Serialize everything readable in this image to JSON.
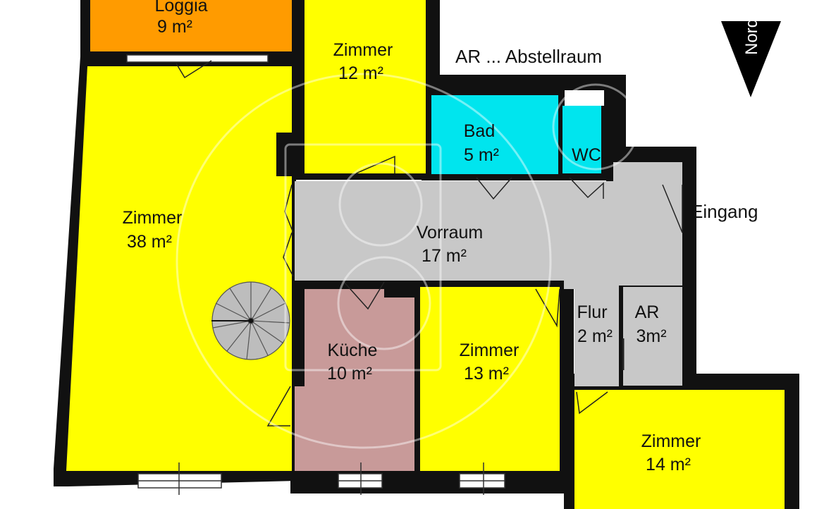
{
  "legend": {
    "abstellraum": "AR ... Abstellraum"
  },
  "north": {
    "label": "Norden"
  },
  "entrance": {
    "label": "Eingang"
  },
  "colors": {
    "wall": "#111111",
    "zimmer": "#ffff00",
    "loggia": "#ff9b00",
    "bad": "#00e5ee",
    "kueche": "#c89a99",
    "hall": "#c8c8c8",
    "stair": "#bdbdbd"
  },
  "rooms": [
    {
      "id": "loggia",
      "name": "Loggia",
      "area": "9 m²"
    },
    {
      "id": "zimmer-12",
      "name": "Zimmer",
      "area": "12 m²"
    },
    {
      "id": "zimmer-38",
      "name": "Zimmer",
      "area": "38 m²"
    },
    {
      "id": "bad",
      "name": "Bad",
      "area": "5 m²"
    },
    {
      "id": "wc",
      "name": "WC",
      "area": ""
    },
    {
      "id": "vorraum",
      "name": "Vorraum",
      "area": "17 m²"
    },
    {
      "id": "kueche",
      "name": "Küche",
      "area": "10 m²"
    },
    {
      "id": "zimmer-13",
      "name": "Zimmer",
      "area": "13 m²"
    },
    {
      "id": "flur",
      "name": "Flur",
      "area": "2 m²"
    },
    {
      "id": "ar",
      "name": "AR",
      "area": "3m²"
    },
    {
      "id": "zimmer-14",
      "name": "Zimmer",
      "area": "14 m²"
    }
  ]
}
